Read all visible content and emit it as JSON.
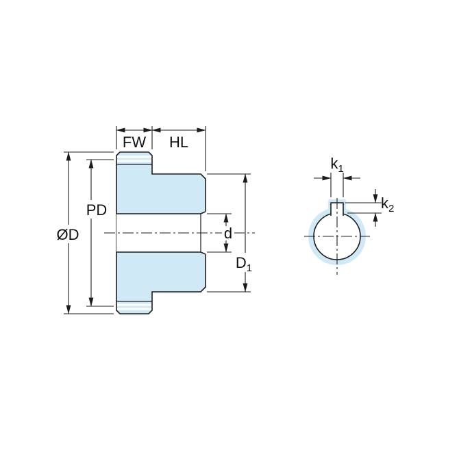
{
  "diagram": {
    "kind": "gear-dimension-drawing",
    "colors": {
      "part_fill": "#cfe9f7",
      "line": "#1c1c1c",
      "background": "#ffffff"
    },
    "side_view": {
      "labels": {
        "face_width": "FW",
        "hub_length": "HL",
        "pitch_diameter": "PD",
        "outside_diameter": "ØD",
        "bore_diameter": "d",
        "hub_diameter": {
          "base": "D",
          "sub": "1"
        }
      }
    },
    "end_view": {
      "labels": {
        "keyway_width": {
          "base": "k",
          "sub": "1"
        },
        "keyway_depth": {
          "base": "k",
          "sub": "2"
        }
      }
    }
  }
}
